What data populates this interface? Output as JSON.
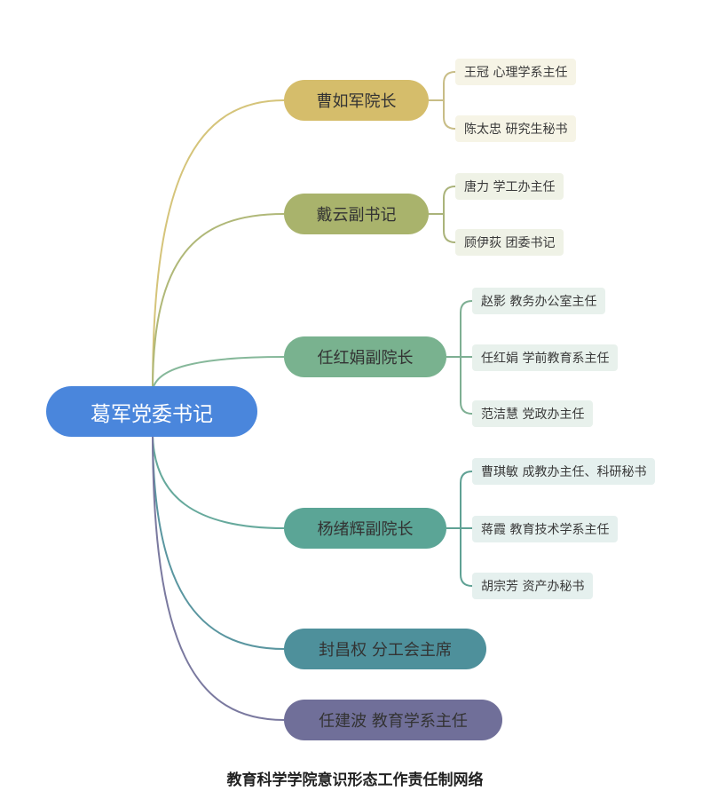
{
  "root": {
    "label": "葛军党委书记",
    "color": "#4a86dc"
  },
  "branches": [
    {
      "label": "曹如军院长",
      "color": "#d5bd6b",
      "children": [
        "王冠 心理学系主任",
        "陈太忠 研究生秘书"
      ]
    },
    {
      "label": "戴云副书记",
      "color": "#a9b36c",
      "children": [
        "唐力 学工办主任",
        "顾伊荻 团委书记"
      ]
    },
    {
      "label": "任红娟副院长",
      "color": "#79b28f",
      "children": [
        "赵影 教务办公室主任",
        "任红娟 学前教育系主任",
        "范洁慧 党政办主任"
      ]
    },
    {
      "label": "杨绪辉副院长",
      "color": "#5ba596",
      "children": [
        "曹琪敏 成教办主任、科研秘书",
        "蒋霞 教育技术学系主任",
        "胡宗芳 资产办秘书"
      ]
    },
    {
      "label": "封昌权 分工会主席",
      "color": "#4e909b",
      "children": []
    },
    {
      "label": "任建波 教育学系主任",
      "color": "#706f99",
      "children": []
    }
  ],
  "caption": "教育科学学院意识形态工作责任制网络"
}
